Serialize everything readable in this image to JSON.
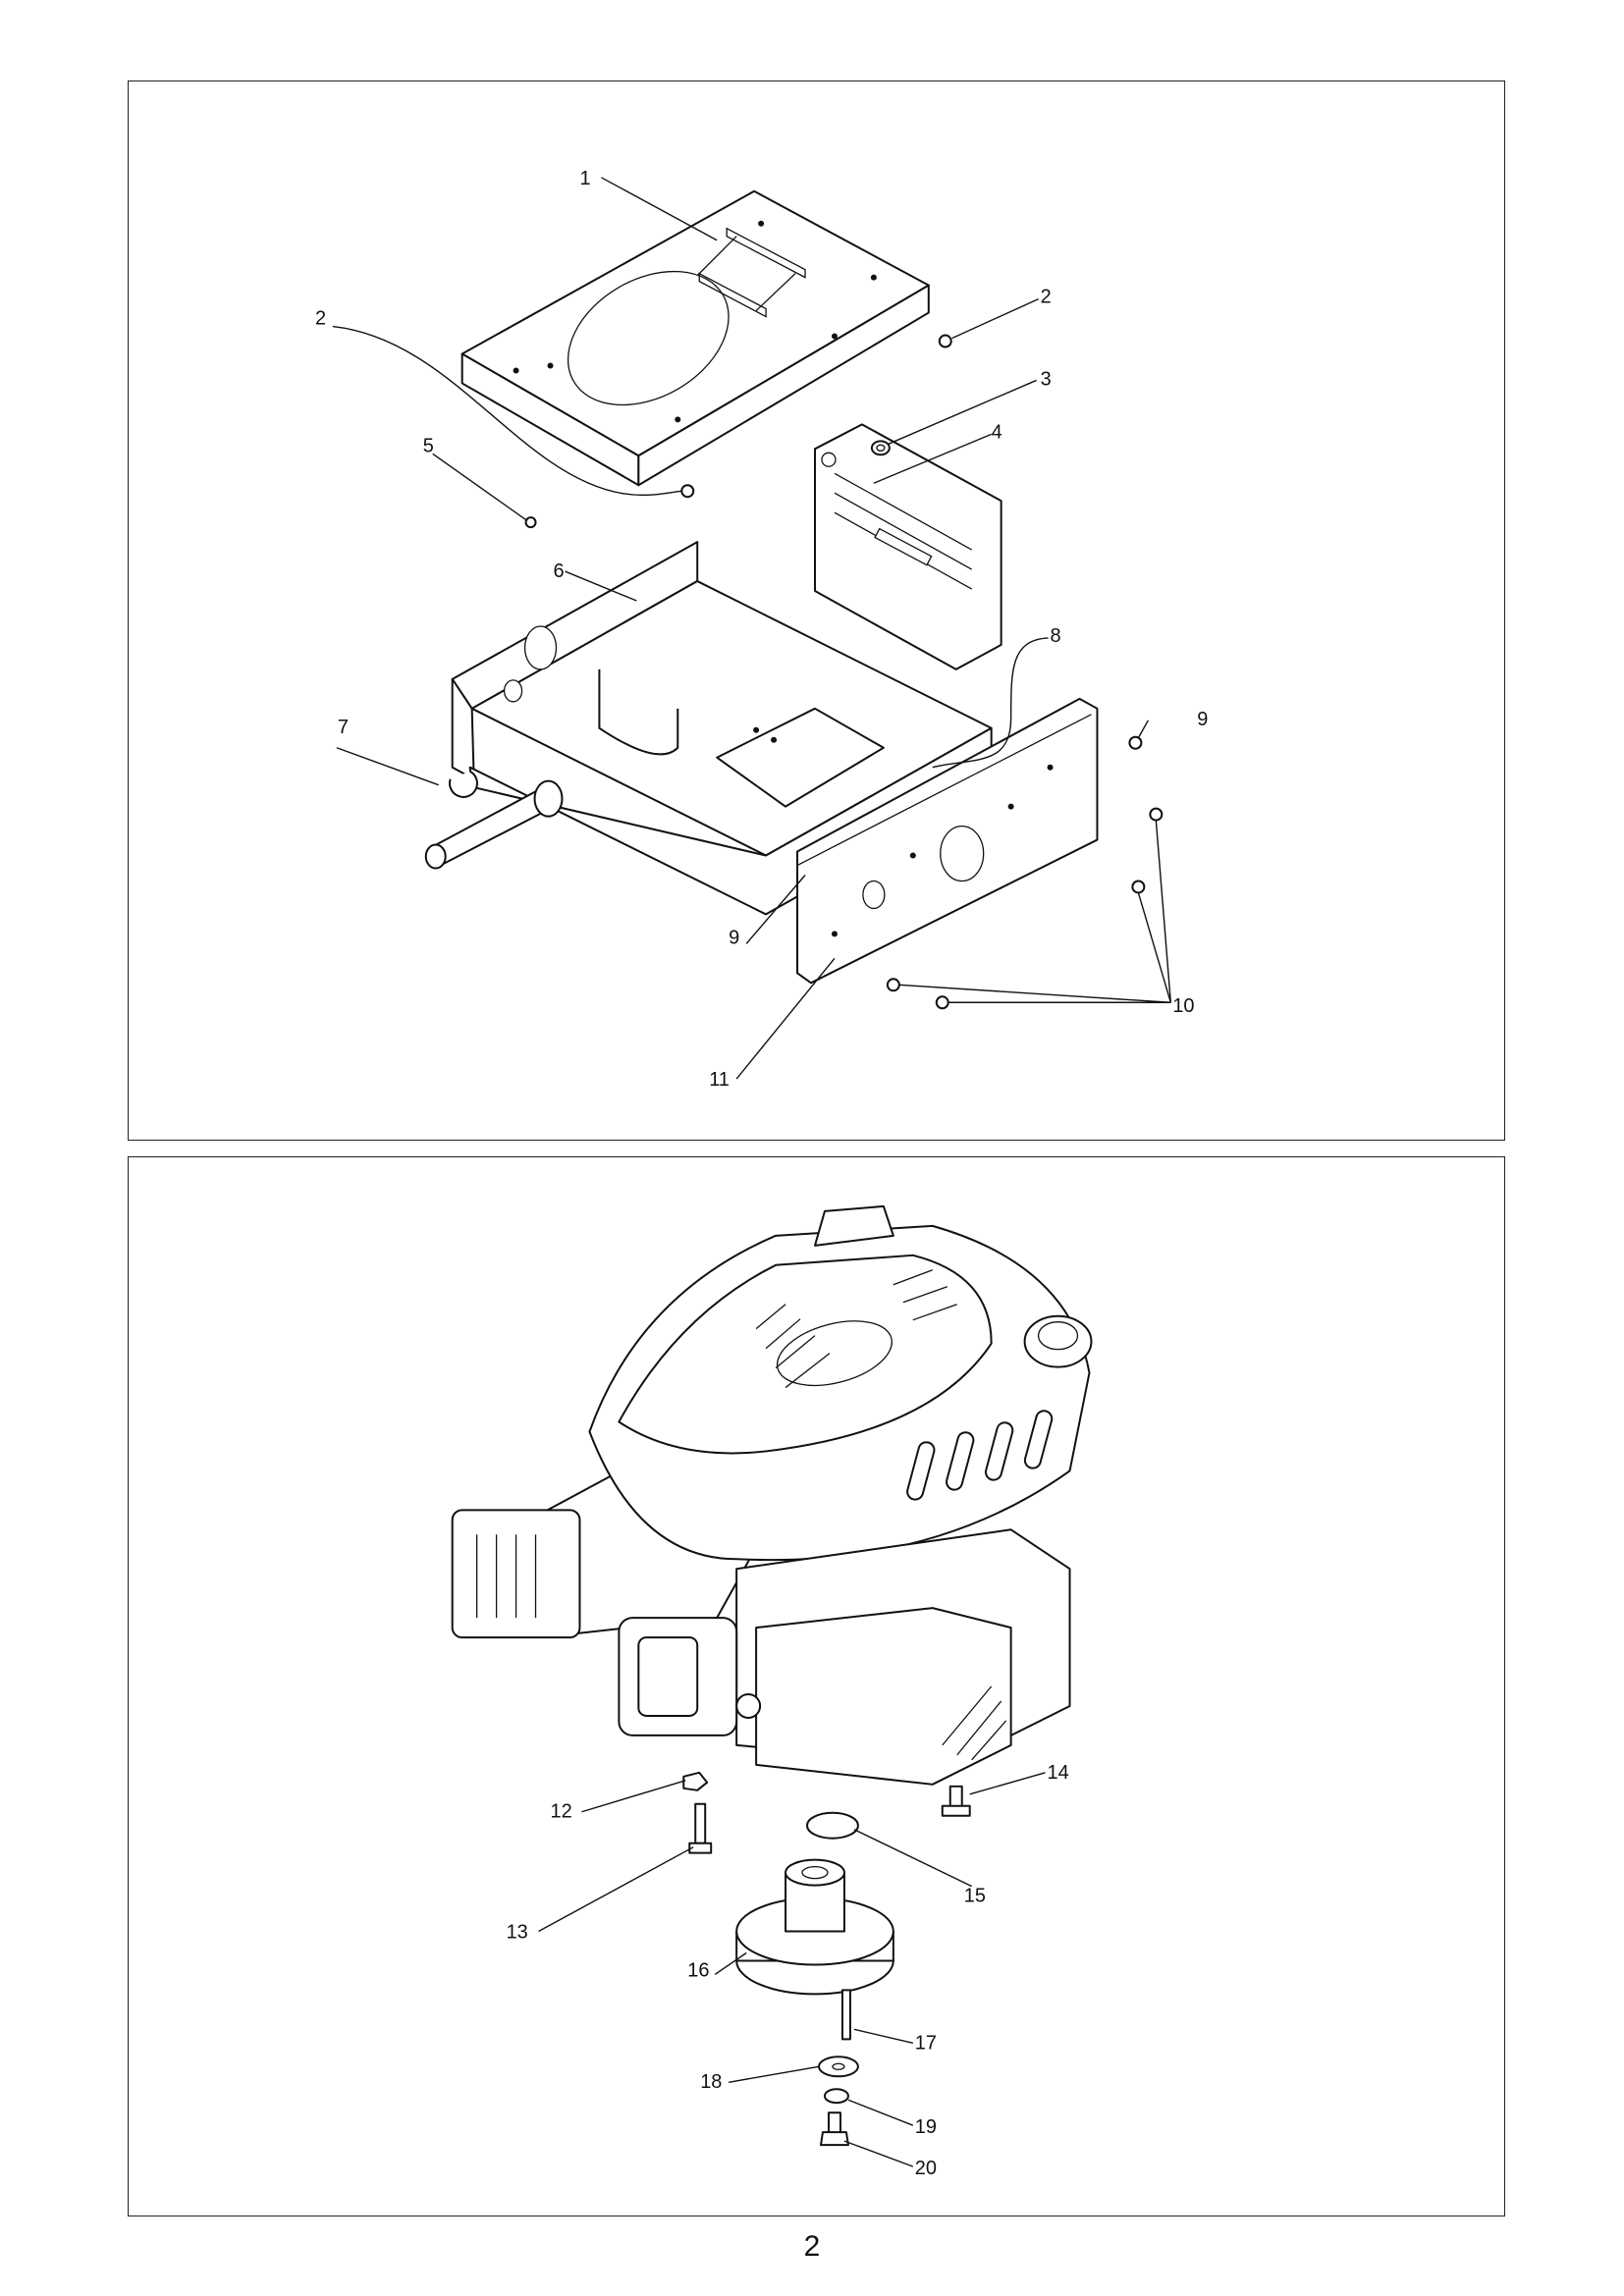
{
  "page_number": "2",
  "top_diagram": {
    "callouts": [
      "1",
      "2",
      "2",
      "3",
      "4",
      "5",
      "6",
      "7",
      "8",
      "9",
      "9",
      "10",
      "11"
    ]
  },
  "bottom_diagram": {
    "callouts": [
      "12",
      "13",
      "14",
      "15",
      "16",
      "17",
      "18",
      "19",
      "20"
    ]
  }
}
